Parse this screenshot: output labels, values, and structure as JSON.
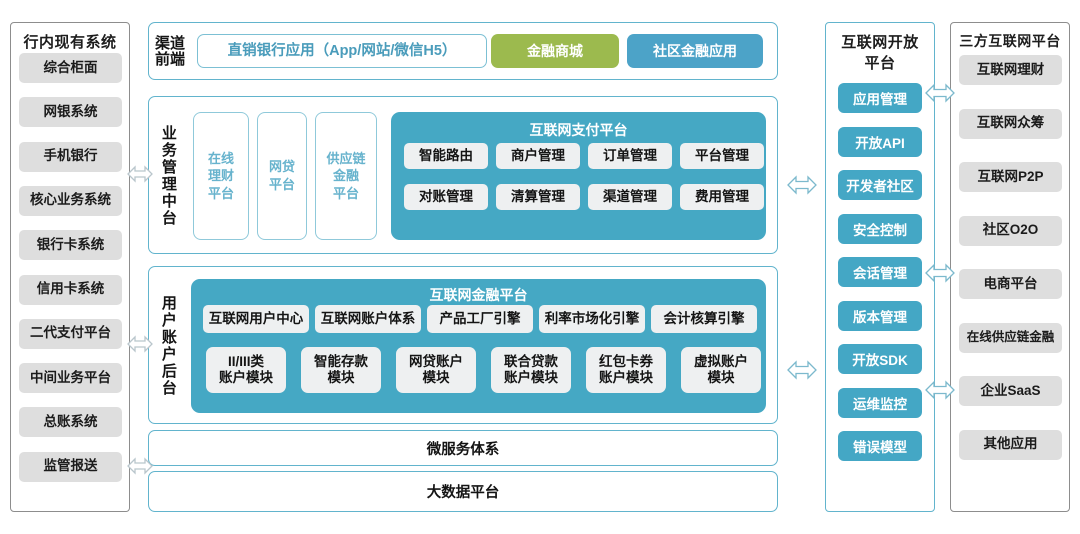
{
  "colors": {
    "teal": "#45a8c4",
    "teal_border": "#62b4cd",
    "green": "#9cba4e",
    "blue": "#4ca3c8",
    "gray_item": "#dedede",
    "chip": "#eef0f1"
  },
  "left_panel": {
    "title": "行内现有系统",
    "items": [
      "综合柜面",
      "网银系统",
      "手机银行",
      "核心业务系统",
      "银行卡系统",
      "信用卡系统",
      "二代支付平台",
      "中间业务平台",
      "总账系统",
      "监管报送"
    ]
  },
  "channel_frontend": {
    "label": "渠道\n前端",
    "label_line1": "渠道",
    "label_line2": "前端",
    "items": [
      {
        "text": "直销银行应用（App/网站/微信H5）",
        "style": "outline"
      },
      {
        "text": "金融商城",
        "style": "green"
      },
      {
        "text": "社区金融应用",
        "style": "blue"
      }
    ]
  },
  "business_middle": {
    "label": "业务管理中台",
    "platforms": [
      "在线\n理财\n平台",
      "网贷\n平台",
      "供应链\n金融\n平台"
    ],
    "payment_platform": {
      "title": "互联网支付平台",
      "row1": [
        "智能路由",
        "商户管理",
        "订单管理",
        "平台管理"
      ],
      "row2": [
        "对账管理",
        "清算管理",
        "渠道管理",
        "费用管理"
      ]
    }
  },
  "user_account_backend": {
    "label": "用户账户后台",
    "finance_platform": {
      "title": "互联网金融平台",
      "row1": [
        "互联网用户中心",
        "互联网账户体系",
        "产品工厂引擎",
        "利率市场化引擎",
        "会计核算引擎"
      ],
      "row2": [
        "II/III类\n账户模块",
        "智能存款\n模块",
        "网贷账户\n模块",
        "联合贷款\n账户模块",
        "红包卡券\n账户模块",
        "虚拟账户\n模块"
      ]
    }
  },
  "bottom_bars": [
    "微服务体系",
    "大数据平台"
  ],
  "open_platform": {
    "title": "互联网开放平台",
    "title_line1": "互联网开放",
    "title_line2": "平台",
    "items": [
      "应用管理",
      "开放API",
      "开发者社区",
      "安全控制",
      "会话管理",
      "版本管理",
      "开放SDK",
      "运维监控",
      "错误模型"
    ]
  },
  "third_party": {
    "title": "三方互联网平台",
    "items": [
      "互联网理财",
      "互联网众筹",
      "互联网P2P",
      "社区O2O",
      "电商平台",
      "在线供应链金融",
      "企业SaaS",
      "其他应用"
    ]
  }
}
